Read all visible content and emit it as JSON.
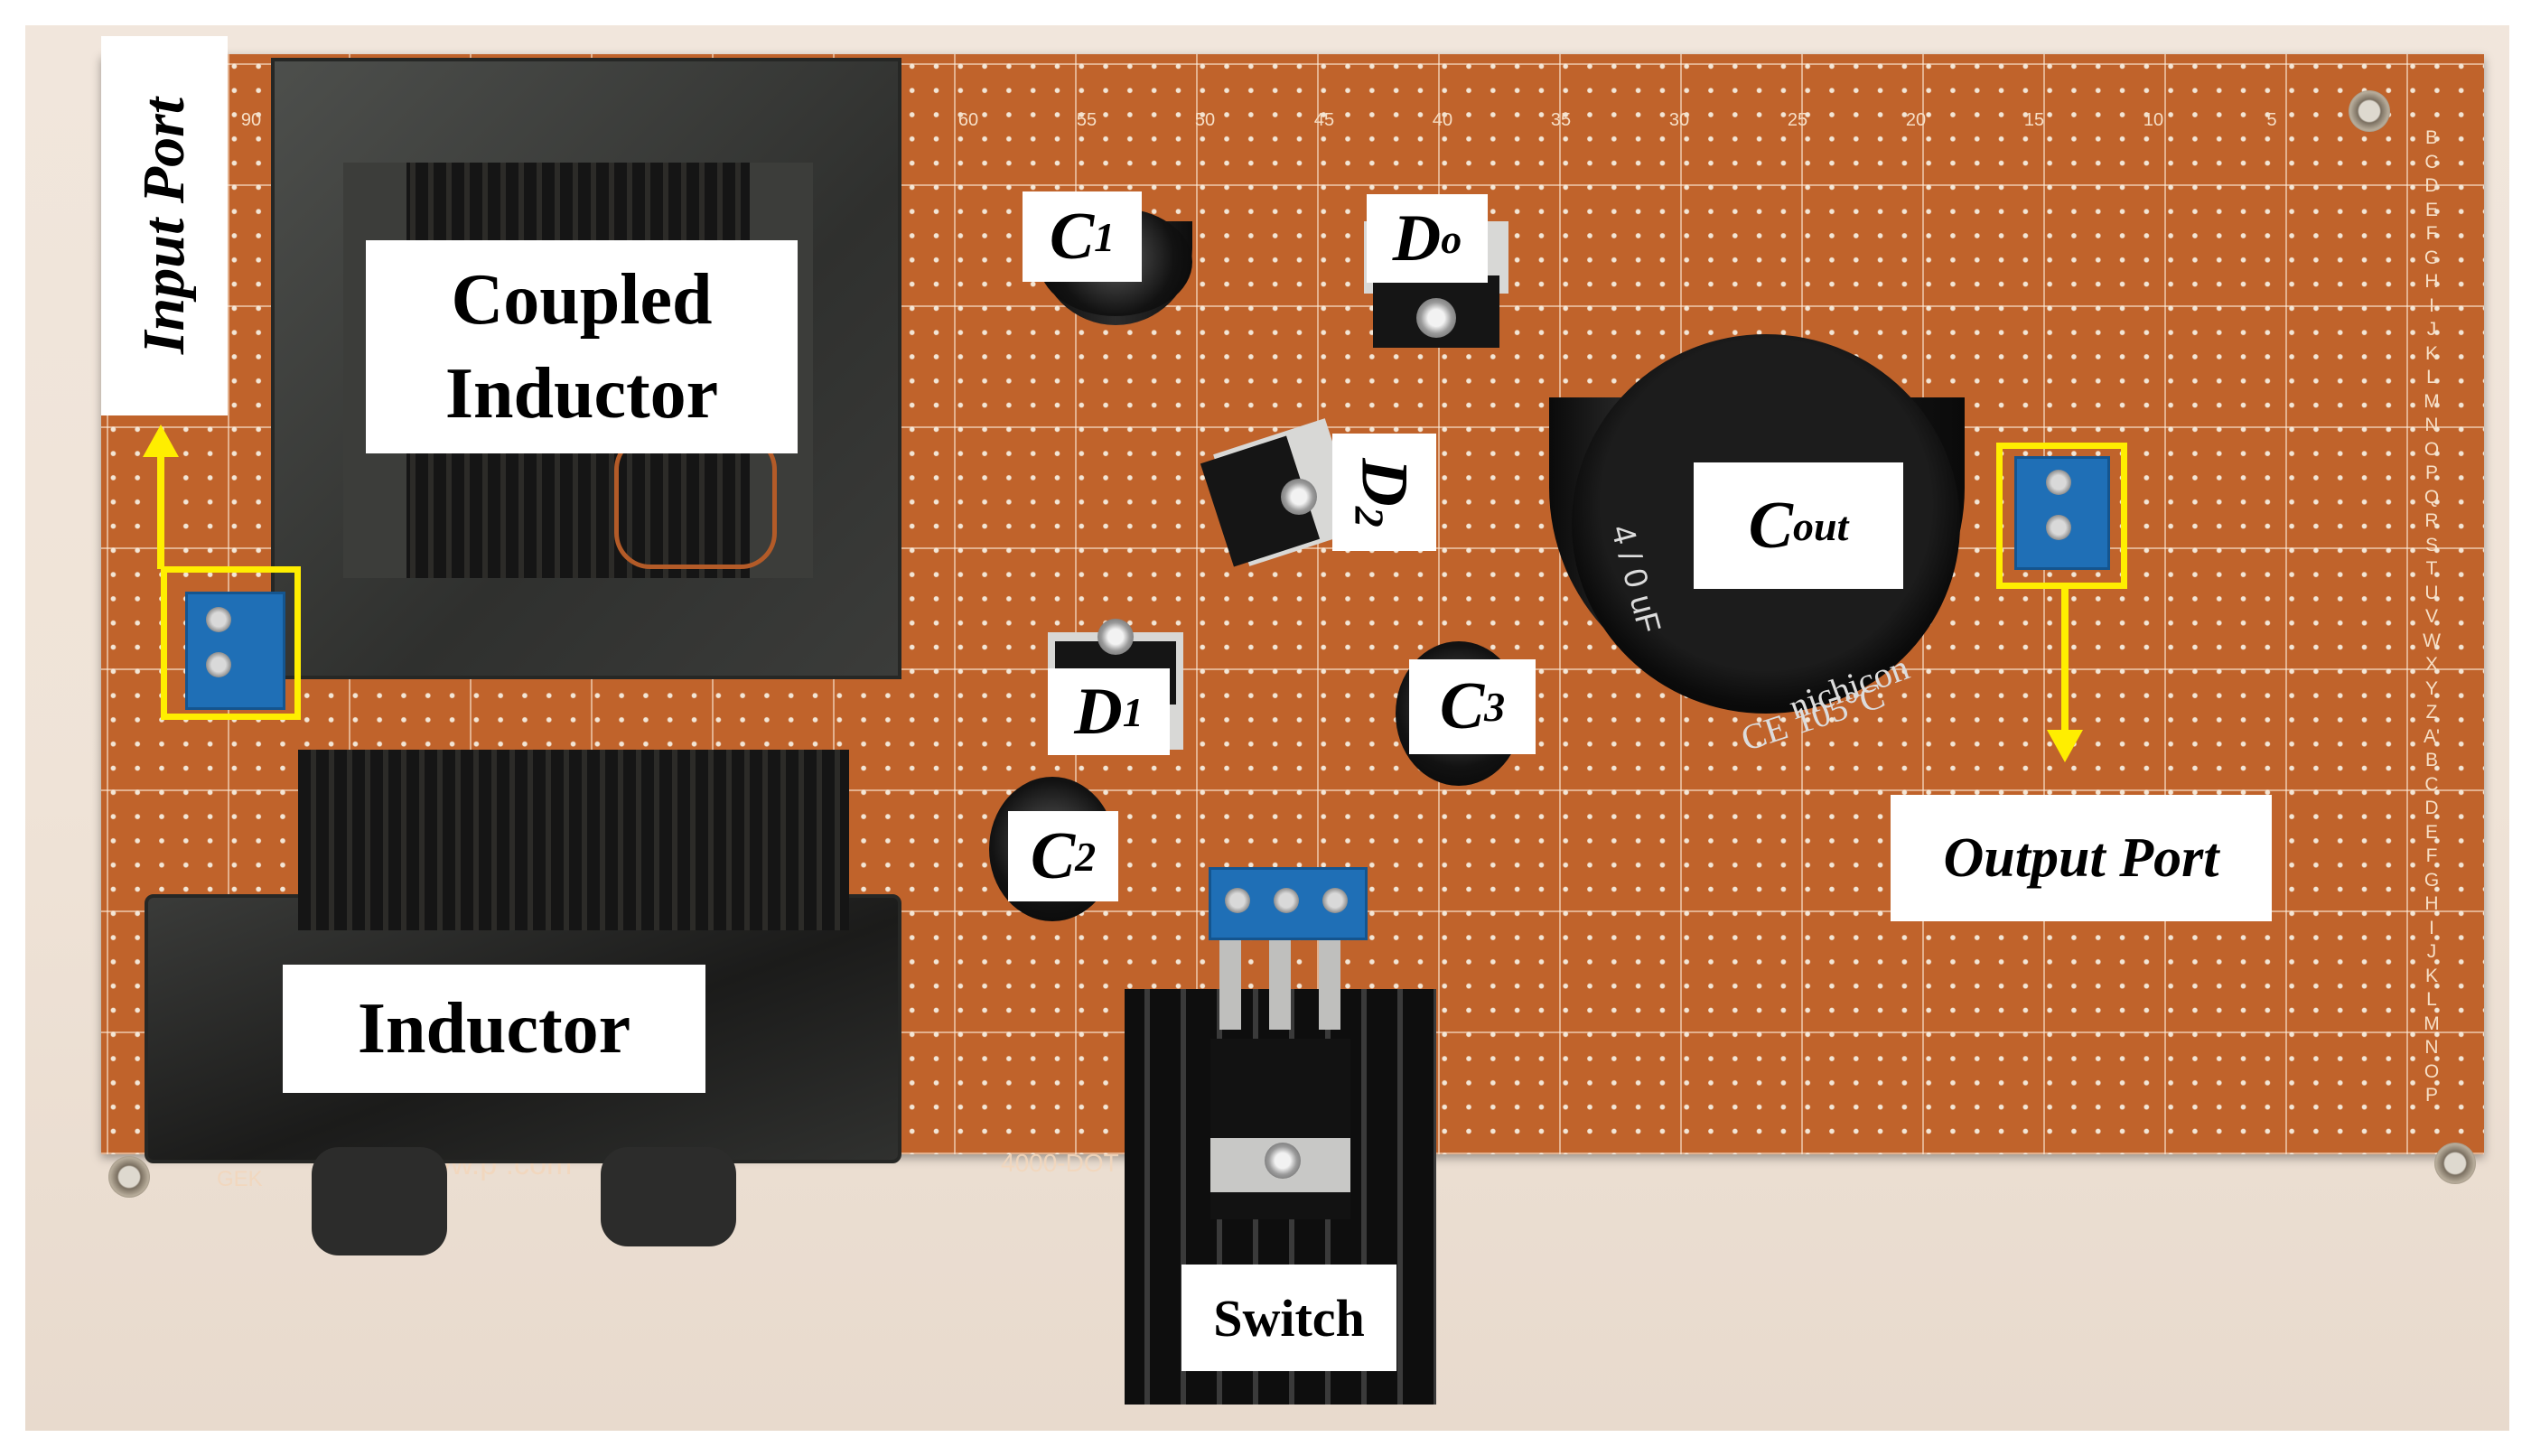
{
  "board": {
    "column_numbers": [
      "90",
      "60",
      "55",
      "50",
      "45",
      "40",
      "35",
      "30",
      "25",
      "20",
      "15",
      "10",
      "5"
    ],
    "row_letters": "B\nC\nD\nE\nF\nG\nH\nI\nJ\nK\nL\nM\nN\nO\nP\nQ\nR\nS\nT\nU\nV\nW\nX\nY\nZ\nA'\nB\nC\nD\nE\nF\nG\nH\nI\nJ\nK\nL\nM\nN\nO\nP",
    "silkscreen_url": "www.p        .com",
    "silkscreen_model": "4000-DOT",
    "silkscreen_brand": "GEK"
  },
  "capacitor_print": {
    "brand": "nichicon",
    "rating": "CE 105°C",
    "value": "4 / 0 uF"
  },
  "labels": {
    "input_port": "Input Port",
    "output_port": "Output Port",
    "coupled_inductor_line1": "Coupled",
    "coupled_inductor_line2": "Inductor",
    "inductor": "Inductor",
    "switch": "Switch",
    "c1": {
      "main": "C",
      "sub": "1"
    },
    "c2": {
      "main": "C",
      "sub": "2"
    },
    "c3": {
      "main": "C",
      "sub": "3"
    },
    "cout": {
      "main": "C",
      "sub": "out"
    },
    "d1": {
      "main": "D",
      "sub": "1"
    },
    "d2": {
      "main": "D",
      "sub": "2"
    },
    "do": {
      "main": "D",
      "sub": "o"
    }
  },
  "colors": {
    "highlight": "#ffee00",
    "board": "#c0632b",
    "terminal": "#1f6fb6"
  }
}
